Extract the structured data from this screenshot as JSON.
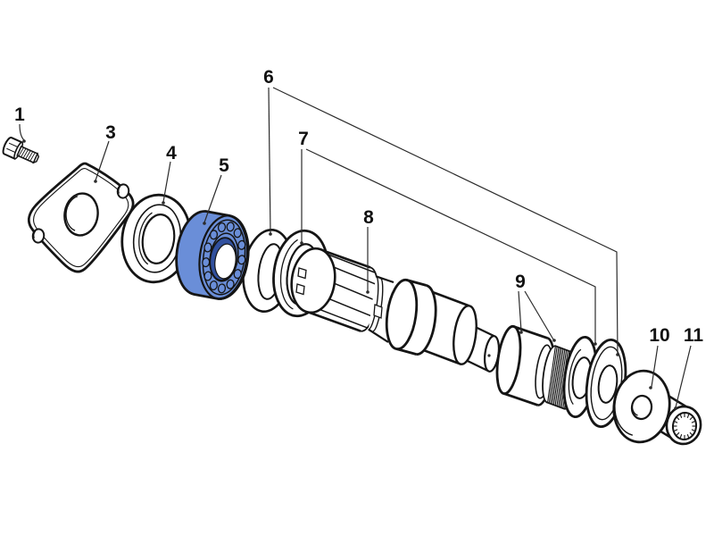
{
  "figure": {
    "type": "exploded-parts-diagram",
    "description": "Exploded view of a splined PTO shaft assembly with highlighted roller bearing",
    "background_color": "#ffffff",
    "outline_color": "#151515",
    "highlight_color": "#6a8ed8",
    "highlight_shadow_color": "#31509e",
    "highlighted_part_label": "5"
  },
  "parts": [
    {
      "label": "1",
      "name": "hex-bolt",
      "highlighted": false,
      "leader_count": 1
    },
    {
      "label": "3",
      "name": "mounting-flange-plate",
      "highlighted": false,
      "leader_count": 1
    },
    {
      "label": "4",
      "name": "seal-ring",
      "highlighted": false,
      "leader_count": 1
    },
    {
      "label": "5",
      "name": "roller-bearing",
      "highlighted": true,
      "leader_count": 1
    },
    {
      "label": "6",
      "name": "thrust-washer",
      "highlighted": false,
      "leader_count": 2
    },
    {
      "label": "7",
      "name": "bearing-cup-ring",
      "highlighted": false,
      "leader_count": 2
    },
    {
      "label": "8",
      "name": "splined-pto-shaft",
      "highlighted": false,
      "leader_count": 1
    },
    {
      "label": "9",
      "name": "sleeve-with-splined-gear",
      "highlighted": false,
      "leader_count": 2
    },
    {
      "label": "10",
      "name": "flat-washer",
      "highlighted": false,
      "leader_count": 1
    },
    {
      "label": "11",
      "name": "splined-bushing",
      "highlighted": false,
      "leader_count": 1
    }
  ]
}
